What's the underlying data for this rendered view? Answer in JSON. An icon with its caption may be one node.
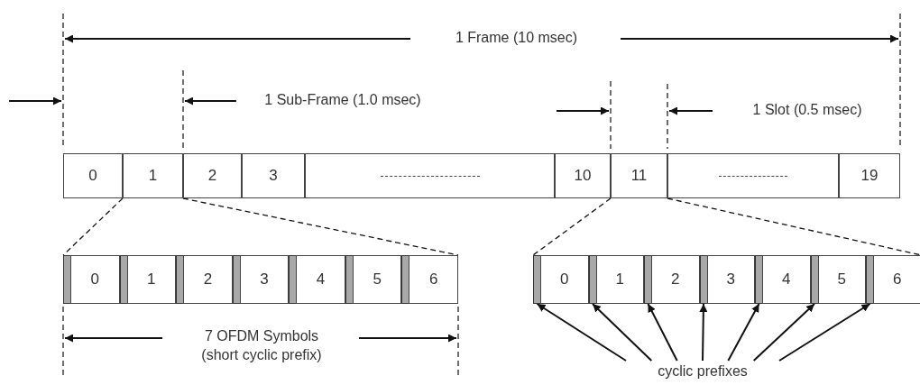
{
  "diagram": {
    "nodes": [
      {
        "text": [
          "0"
        ]
      },
      {
        "text": [
          "1"
        ]
      },
      {
        "text": [
          "2"
        ]
      },
      {
        "text": [
          "3"
        ]
      },
      {
        "text": [],
        "shape": "box"
      },
      {
        "text": [
          "10"
        ]
      },
      {
        "text": [
          "11"
        ]
      },
      {
        "text": [],
        "shape": "box"
      },
      {
        "text": [
          "19"
        ]
      },
      {
        "text": [],
        "shape": "bar"
      },
      {
        "text": [
          "0"
        ]
      },
      {
        "text": [],
        "shape": "bar"
      },
      {
        "text": [
          "1"
        ]
      },
      {
        "text": [],
        "shape": "bar"
      },
      {
        "text": [
          "2"
        ]
      },
      {
        "text": [],
        "shape": "bar"
      },
      {
        "text": [
          "3"
        ]
      },
      {
        "text": [],
        "shape": "bar"
      },
      {
        "text": [
          "4"
        ]
      },
      {
        "text": [],
        "shape": "bar"
      },
      {
        "text": [
          "5"
        ]
      },
      {
        "text": [],
        "shape": "bar"
      },
      {
        "text": [
          "6"
        ]
      },
      {
        "text": [],
        "shape": "bar"
      },
      {
        "text": [
          "0"
        ]
      },
      {
        "text": [],
        "shape": "bar"
      },
      {
        "text": [
          "1"
        ]
      },
      {
        "text": [],
        "shape": "bar"
      },
      {
        "text": [
          "2"
        ]
      },
      {
        "text": [],
        "shape": "bar"
      },
      {
        "text": [
          "3"
        ]
      },
      {
        "text": [],
        "shape": "bar"
      },
      {
        "text": [
          "4"
        ]
      },
      {
        "text": [],
        "shape": "bar"
      },
      {
        "text": [
          "5"
        ]
      },
      {
        "text": [],
        "shape": "bar"
      },
      {
        "text": [
          "6"
        ]
      },
      {
        "text": [
          "cyclic prefixes"
        ]
      }
    ],
    "edges": [
      {
        "from": 1,
        "to": 9,
        "arrow": "none",
        "style": "dashed"
      },
      {
        "from": 1,
        "to": 22,
        "arrow": "none",
        "style": "dashed"
      },
      {
        "from": 6,
        "to": 23,
        "arrow": "none",
        "style": "dashed"
      },
      {
        "from": 6,
        "to": 36,
        "arrow": "none",
        "style": "dashed"
      },
      {
        "from": 37,
        "to": 23,
        "arrow": "to"
      },
      {
        "from": 37,
        "to": 25,
        "arrow": "to"
      },
      {
        "from": 37,
        "to": 27,
        "arrow": "to"
      },
      {
        "from": 37,
        "to": 29,
        "arrow": "to"
      },
      {
        "from": 37,
        "to": 31,
        "arrow": "to"
      },
      {
        "from": 37,
        "to": 33,
        "arrow": "to"
      },
      {
        "from": 37,
        "to": 35,
        "arrow": "to"
      }
    ],
    "labels": [
      "1 Frame (10 msec)",
      "1 Sub-Frame (1.0 msec)",
      "1 Slot (0.5 msec)",
      "7 OFDM Symbols",
      "(short cyclic prefix)"
    ]
  }
}
